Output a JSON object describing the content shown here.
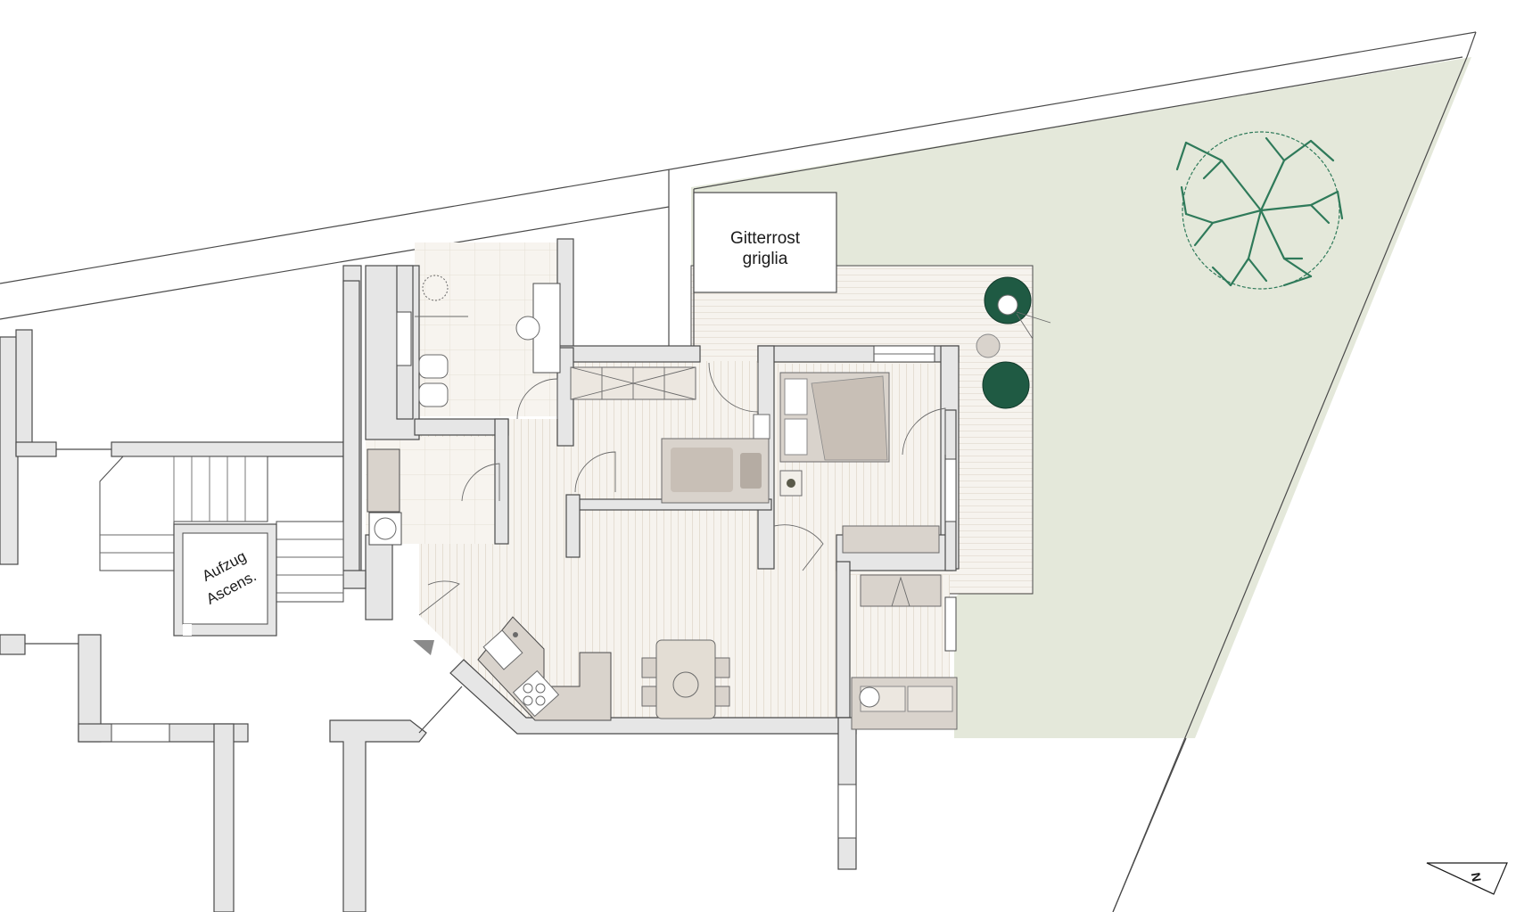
{
  "labels": {
    "gitterrost_line1": "Gitterrost",
    "gitterrost_line2": "griglia",
    "elevator_line1": "Aufzug",
    "elevator_line2": "Ascens.",
    "north": "N"
  },
  "colors": {
    "garden": "#e4e8da",
    "floor": "#f6f3ee",
    "floor_stripe": "#e8e2d9",
    "wall": "#e6e6e6",
    "wall_stroke": "#4a4a4a",
    "furniture": "#d9d3cc",
    "furniture_dark": "#b5aca3",
    "tree": "#2f7a5a",
    "chair_green": "#1f5a43",
    "tile": "#ebe6de"
  },
  "icons": [
    "tree-icon",
    "armchair-icon",
    "person-icon",
    "north-arrow-icon",
    "bed-icon",
    "sofa-icon",
    "stove-icon",
    "sink-icon",
    "table-icon"
  ]
}
